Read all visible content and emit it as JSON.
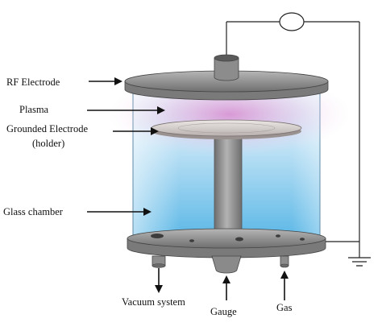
{
  "labels": {
    "rf_electrode": "RF Electrode",
    "plasma": "Plasma",
    "grounded_electrode": "Grounded Electrode",
    "holder": "(holder)",
    "glass_chamber": "Glass chamber",
    "vacuum_system": "Vacuum system",
    "gauge": "Gauge",
    "gas": "Gas"
  },
  "colors": {
    "chamber_top": "#dff0fa",
    "chamber_mid": "#a9d8f2",
    "chamber_bottom": "#5ab8e8",
    "plasma_glow": "#d98fd0",
    "plate": "#9a9a9a",
    "plate_dark": "#6e6e6e",
    "holder_disc": "#d8d2d0",
    "rod": "#8a8a8a",
    "wire": "#222222"
  },
  "icons": {
    "rf_source": "circle-source-icon",
    "ground": "ground-symbol-icon"
  }
}
